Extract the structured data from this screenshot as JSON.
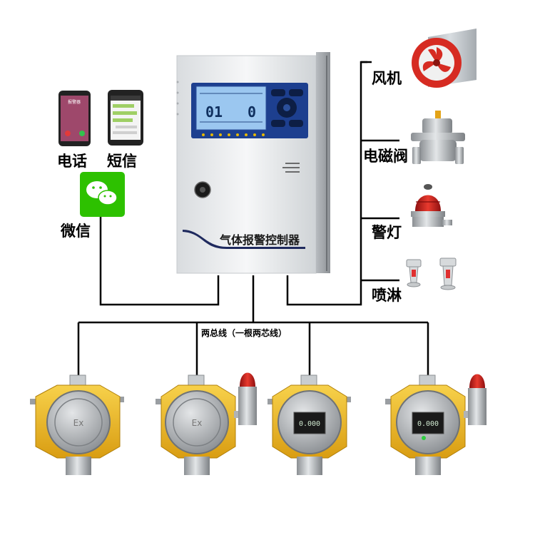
{
  "controller": {
    "panel_title": "气体报警控制器",
    "display_left": "01",
    "display_right": "0"
  },
  "notify": {
    "phone_label": "电话",
    "sms_label": "短信",
    "wechat_label": "微信",
    "phone_screen_title": "报警器"
  },
  "outputs": {
    "fan_label": "风机",
    "valve_label": "电磁阀",
    "alarm_light_label": "警灯",
    "sprinkler_label": "喷淋"
  },
  "bus": {
    "label": "两总线（一根两芯线）"
  },
  "detectors": {
    "count": 4,
    "readout": "0.000"
  },
  "colors": {
    "detector_yellow": "#f2bf2a",
    "panel_blue": "#1d3f8f",
    "lcd_blue": "#9bc7f0",
    "fan_red": "#d62b22",
    "wechat_green": "#2dc100",
    "beacon_red": "#d81e1e",
    "line": "#000000"
  }
}
